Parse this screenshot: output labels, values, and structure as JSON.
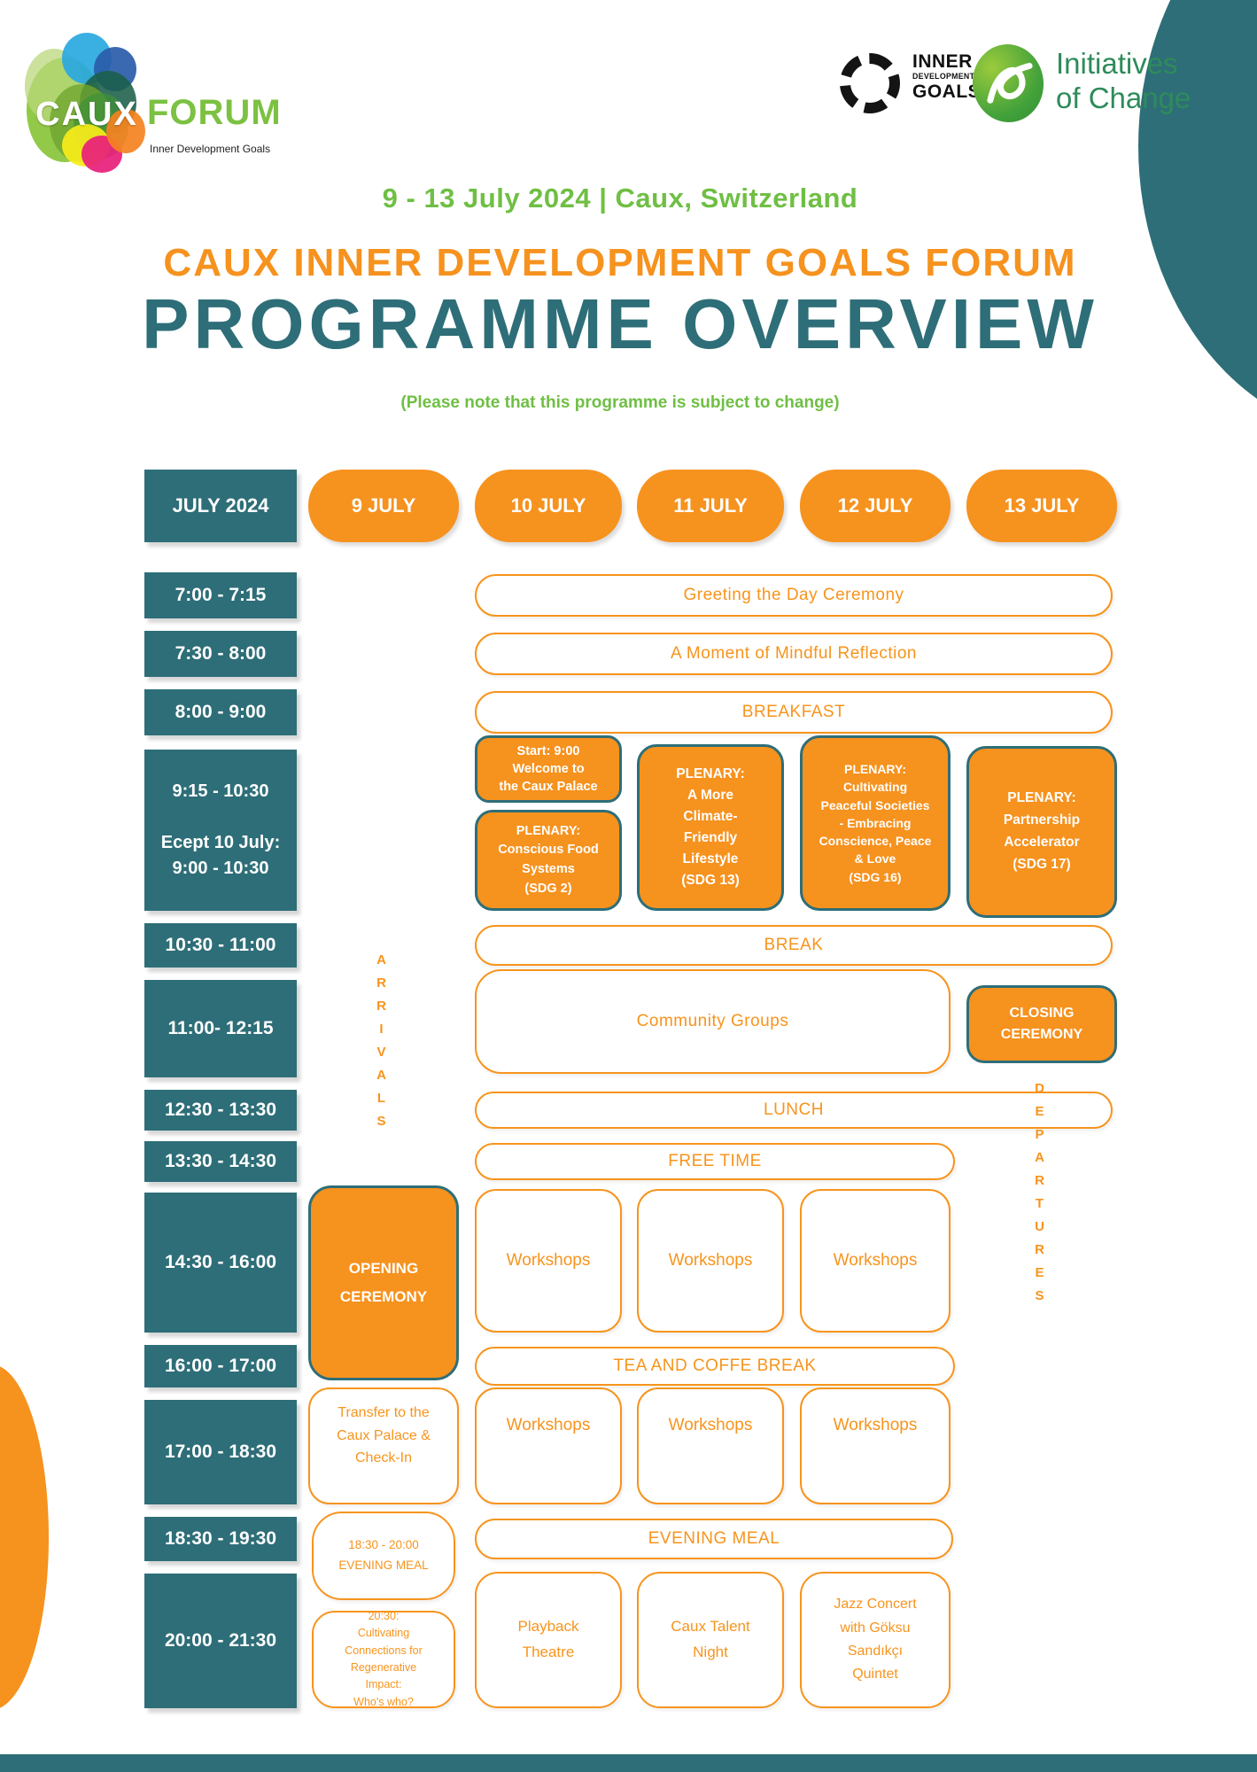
{
  "brand": {
    "caux": "CAUX",
    "forum": "FORUM",
    "tagline": "Inner Development Goals",
    "idg": {
      "l1": "INNER",
      "l2": "DEVELOPMENT",
      "l3": "GOALS"
    },
    "ioc": {
      "l1": "Initiatives",
      "l2": "of Change"
    }
  },
  "header": {
    "date_line": "9 - 13 July 2024 | Caux, Switzerland",
    "title": "CAUX INNER DEVELOPMENT GOALS FORUM",
    "subtitle": "PROGRAMME OVERVIEW",
    "note": "(Please note that this programme is subject to change)"
  },
  "colors": {
    "teal": "#2E6E78",
    "orange": "#F6921E",
    "green": "#6FBF44"
  },
  "schedule": {
    "month": "JULY 2024",
    "days": {
      "d9": "9 JULY",
      "d10": "10 JULY",
      "d11": "11 JULY",
      "d12": "12 JULY",
      "d13": "13 JULY"
    },
    "arrivals": "ARRIVALS",
    "departures": "DEPARTURES",
    "times": {
      "t1": "7:00 - 7:15",
      "t2": "7:30 - 8:00",
      "t3": "8:00 - 9:00",
      "t4": "9:15 - 10:30\n\nEcept 10 July:\n9:00 - 10:30",
      "t5": "10:30 - 11:00",
      "t6": "11:00- 12:15",
      "t7": "12:30 - 13:30",
      "t8": "13:30 - 14:30",
      "t9": "14:30 - 16:00",
      "t10": "16:00 - 17:00",
      "t11": "17:00 - 18:30",
      "t12": "18:30 - 19:30",
      "t13": "20:00 - 21:30"
    },
    "events": {
      "greeting": "Greeting the Day Ceremony",
      "mindful": "A Moment of Mindful Reflection",
      "breakfast": "BREAKFAST",
      "welcome": "Start: 9:00\nWelcome to\nthe Caux Palace",
      "plenary_food": "PLENARY:\nConscious Food\nSystems\n(SDG 2)",
      "plenary_climate": "PLENARY:\nA More\nClimate-\nFriendly\nLifestyle\n(SDG 13)",
      "plenary_peace": "PLENARY:\nCultivating\nPeaceful Societies\n- Embracing\nConscience, Peace\n& Love\n(SDG 16)",
      "plenary_partnership": "PLENARY:\nPartnership\nAccelerator\n(SDG 17)",
      "break": "BREAK",
      "community": "Community Groups",
      "closing": "CLOSING\nCEREMONY",
      "lunch": "LUNCH",
      "free_time": "FREE TIME",
      "opening": "OPENING\nCEREMONY",
      "workshops": "Workshops",
      "tea": "TEA AND COFFE BREAK",
      "transfer": "Transfer to the\nCaux Palace &\nCheck-In",
      "evening_meal": "EVENING MEAL",
      "evening_meal_early": "18:30 - 20:00\nEVENING MEAL",
      "whos_who": "20:30:\nCultivating\nConnections for\nRegenerative\nImpact:\nWho's who?",
      "playback": "Playback\nTheatre",
      "talent": "Caux Talent\nNight",
      "jazz": "Jazz Concert\nwith Göksu\nSandıkçı\nQuintet"
    }
  }
}
